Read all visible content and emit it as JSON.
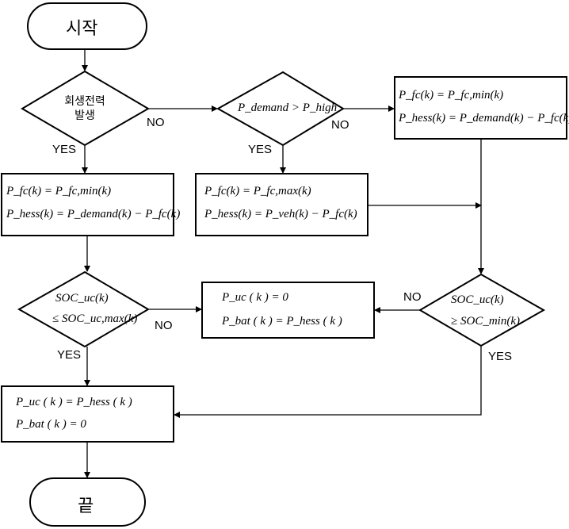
{
  "start": {
    "label": "시작"
  },
  "end": {
    "label": "끝"
  },
  "regen_decision": {
    "line1": "회생전력",
    "line2": "발생"
  },
  "demand_decision": {
    "label": "P_demand > P_high"
  },
  "soc_uc_max_decision": {
    "line1": "SOC_uc(k)",
    "line2": "≤ SOC_uc,max(k)"
  },
  "soc_min_decision": {
    "line1": "SOC_uc(k)",
    "line2": "≥ SOC_min(k)"
  },
  "box_high_demand": {
    "line1": "P_fc(k) = P_fc,min(k)",
    "line2": "P_hess(k) = P_demand(k) − P_fc(k)"
  },
  "box_regen": {
    "line1": "P_fc(k) = P_fc,min(k)",
    "line2": "P_hess(k) = P_demand(k) − P_fc(k)"
  },
  "box_normal": {
    "line1": "P_fc(k) = P_fc,max(k)",
    "line2": "P_hess(k) = P_veh(k) − P_fc(k)"
  },
  "box_bat": {
    "line1": "P_uc ( k ) = 0",
    "line2": "P_bat ( k ) = P_hess ( k )"
  },
  "box_uc": {
    "line1": "P_uc ( k ) = P_hess ( k )",
    "line2": "P_bat ( k ) = 0"
  },
  "edge_labels": {
    "regen_no": "NO",
    "regen_yes": "YES",
    "demand_no": "NO",
    "demand_yes": "YES",
    "soc_max_no": "NO",
    "soc_max_yes": "YES",
    "soc_min_no": "NO",
    "soc_min_yes": "YES"
  }
}
